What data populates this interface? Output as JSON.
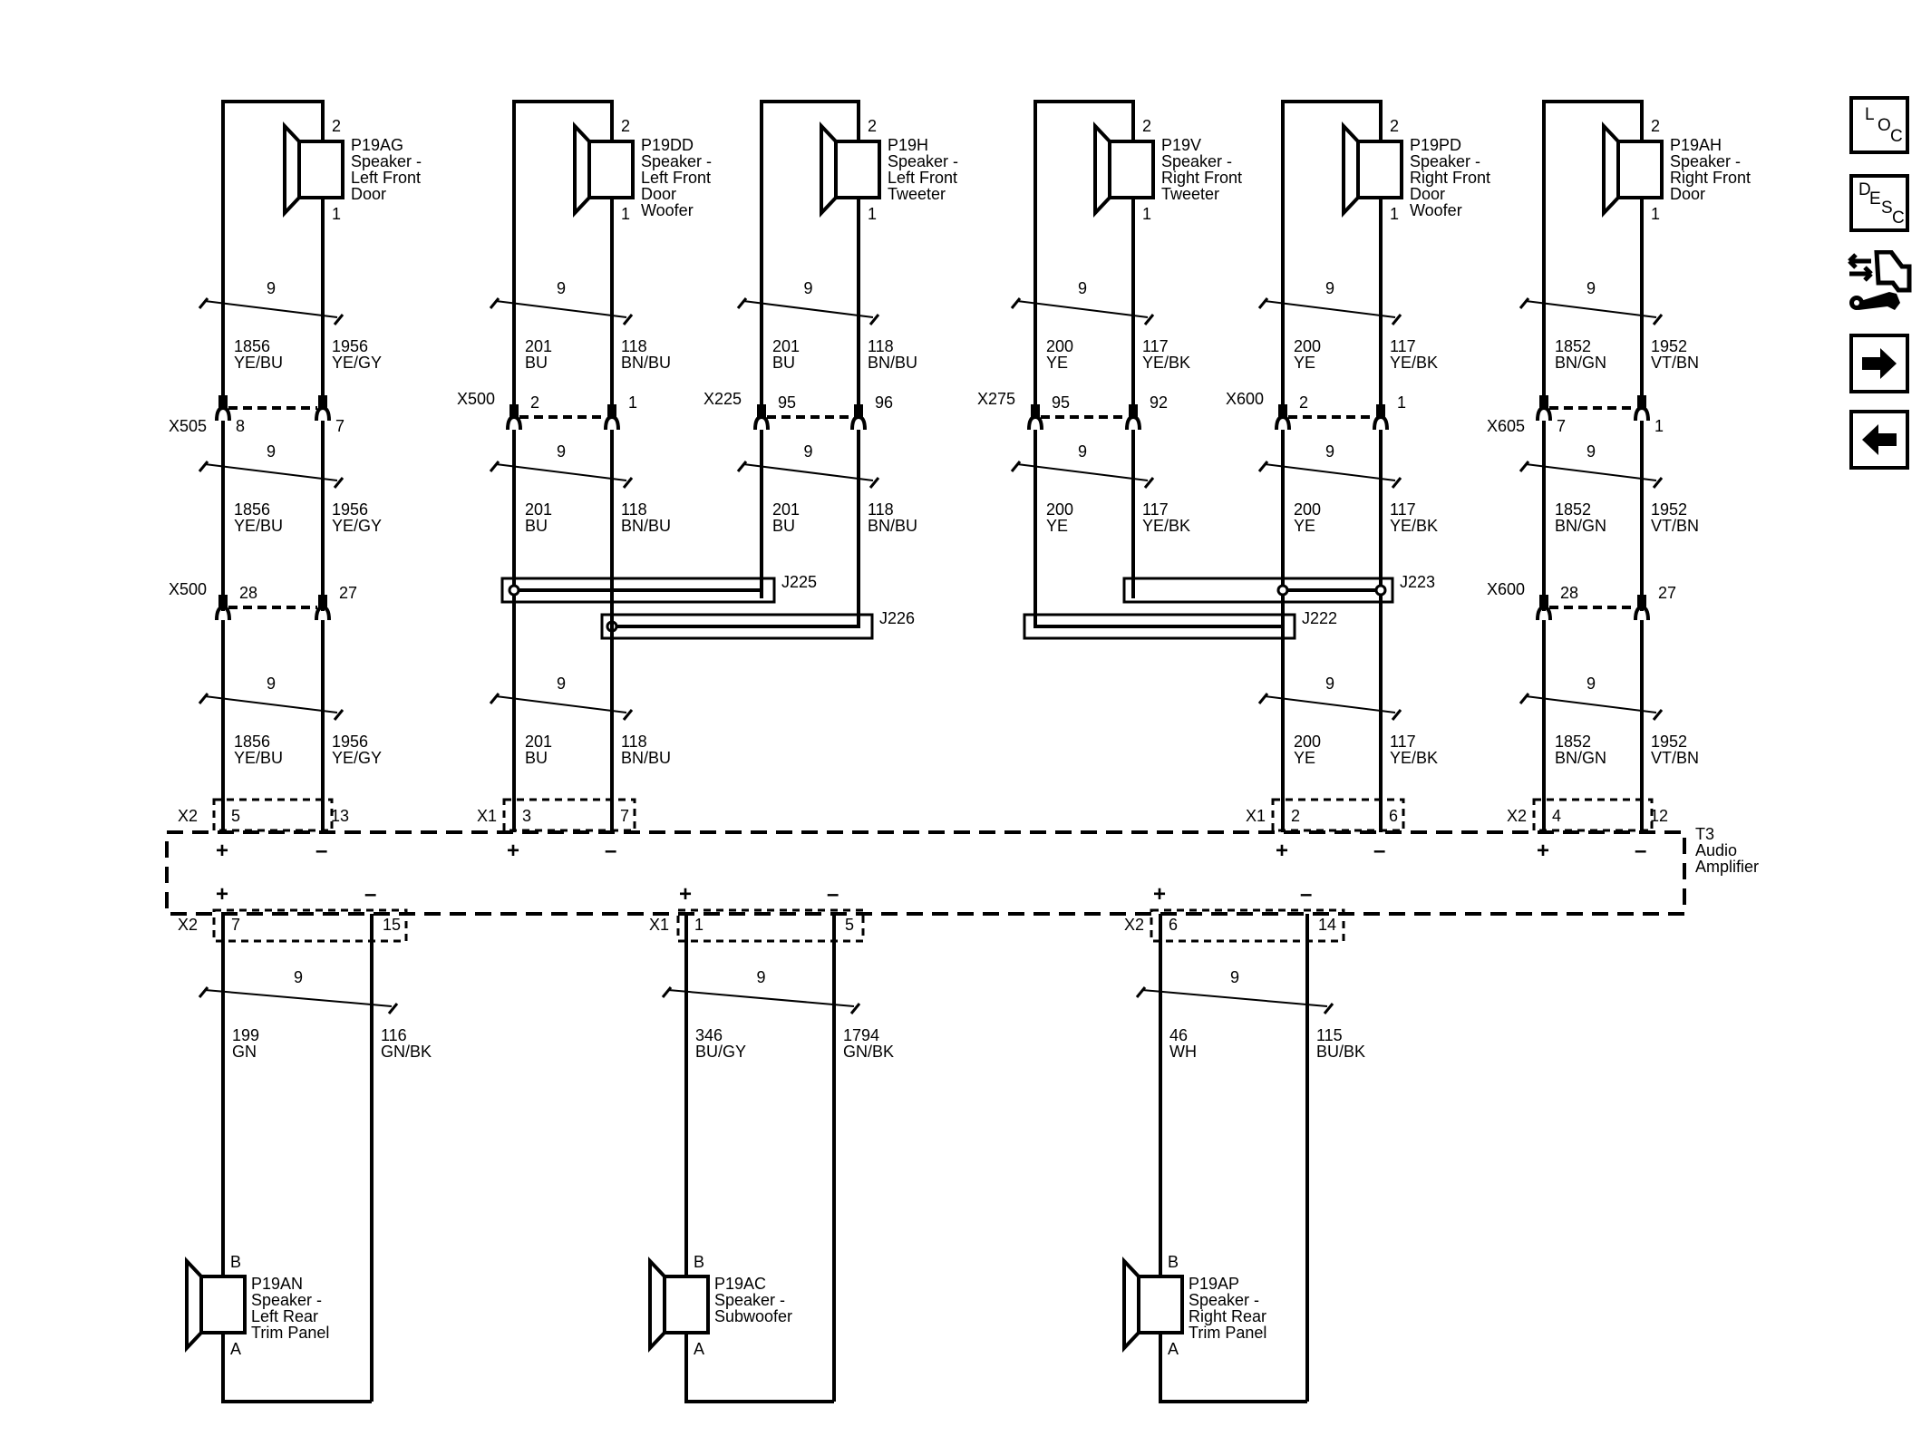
{
  "components": [
    {
      "id": "P19AG",
      "desc": [
        "Speaker -",
        "Left Front",
        "Door"
      ],
      "pin_top": "2",
      "pin_bot": "1"
    },
    {
      "id": "P19DD",
      "desc": [
        "Speaker -",
        "Left Front",
        "Door",
        "Woofer"
      ],
      "pin_top": "2",
      "pin_bot": "1"
    },
    {
      "id": "P19H",
      "desc": [
        "Speaker -",
        "Left Front",
        "Tweeter"
      ],
      "pin_top": "2",
      "pin_bot": "1"
    },
    {
      "id": "P19V",
      "desc": [
        "Speaker -",
        "Right Front",
        "Tweeter"
      ],
      "pin_top": "2",
      "pin_bot": "1"
    },
    {
      "id": "P19PD",
      "desc": [
        "Speaker -",
        "Right Front",
        "Door",
        "Woofer"
      ],
      "pin_top": "2",
      "pin_bot": "1"
    },
    {
      "id": "P19AH",
      "desc": [
        "Speaker -",
        "Right Front",
        "Door"
      ],
      "pin_top": "2",
      "pin_bot": "1"
    },
    {
      "id": "P19AN",
      "desc": [
        "Speaker -",
        "Left Rear",
        "Trim Panel"
      ],
      "pin_top": "B",
      "pin_bot": "A"
    },
    {
      "id": "P19AC",
      "desc": [
        "Speaker -",
        "Subwoofer"
      ],
      "pin_top": "B",
      "pin_bot": "A"
    },
    {
      "id": "P19AP",
      "desc": [
        "Speaker -",
        "Right Rear",
        "Trim Panel"
      ],
      "pin_top": "B",
      "pin_bot": "A"
    }
  ],
  "wires": {
    "gauge": "9",
    "w1856": [
      "1856",
      "YE/BU"
    ],
    "w1956": [
      "1956",
      "YE/GY"
    ],
    "w201": [
      "201",
      "BU"
    ],
    "w118": [
      "118",
      "BN/BU"
    ],
    "w200": [
      "200",
      "YE"
    ],
    "w117": [
      "117",
      "YE/BK"
    ],
    "w1852": [
      "1852",
      "BN/GN"
    ],
    "w1952": [
      "1952",
      "VT/BN"
    ],
    "w199": [
      "199",
      "GN"
    ],
    "w116": [
      "116",
      "GN/BK"
    ],
    "w346": [
      "346",
      "BU/GY"
    ],
    "w1794": [
      "1794",
      "GN/BK"
    ],
    "w46": [
      "46",
      "WH"
    ],
    "w115": [
      "115",
      "BU/BK"
    ]
  },
  "connectors": {
    "x505": {
      "name": "X505",
      "pin_a": "8",
      "pin_b": "7"
    },
    "x500_top": {
      "name": "X500",
      "pin_a": "2",
      "pin_b": "1"
    },
    "x225": {
      "name": "X225",
      "pin_a": "95",
      "pin_b": "96"
    },
    "x275": {
      "name": "X275",
      "pin_a": "95",
      "pin_b": "92"
    },
    "x600_top": {
      "name": "X600",
      "pin_a": "2",
      "pin_b": "1"
    },
    "x605": {
      "name": "X605",
      "pin_a": "7",
      "pin_b": "1"
    },
    "x500_mid": {
      "name": "X500",
      "pin_a": "28",
      "pin_b": "27"
    },
    "x600_mid": {
      "name": "X600",
      "pin_a": "28",
      "pin_b": "27"
    }
  },
  "splices": [
    "J225",
    "J226",
    "J223",
    "J222"
  ],
  "amplifier": {
    "id": "T3",
    "desc": [
      "Audio",
      "Amplifier"
    ],
    "plus": "+",
    "minus": "–",
    "inputs": [
      {
        "conn": "X2",
        "pin_a": "5",
        "pin_b": "13"
      },
      {
        "conn": "X1",
        "pin_a": "3",
        "pin_b": "7"
      },
      {
        "conn": "X1",
        "pin_a": "2",
        "pin_b": "6"
      },
      {
        "conn": "X2",
        "pin_a": "4",
        "pin_b": "12"
      }
    ],
    "outputs": [
      {
        "conn": "X2",
        "pin_a": "7",
        "pin_b": "15"
      },
      {
        "conn": "X1",
        "pin_a": "1",
        "pin_b": "5"
      },
      {
        "conn": "X2",
        "pin_a": "6",
        "pin_b": "14"
      }
    ]
  },
  "sidebar": {
    "loc": {
      "l1": "L",
      "l2": "O",
      "l3": "C"
    },
    "desc": {
      "l1": "D",
      "l2": "E",
      "l3": "S",
      "l4": "C"
    },
    "tool_icon": "connector-wrench-icon",
    "next_icon": "arrow-right-icon",
    "prev_icon": "arrow-left-icon"
  }
}
